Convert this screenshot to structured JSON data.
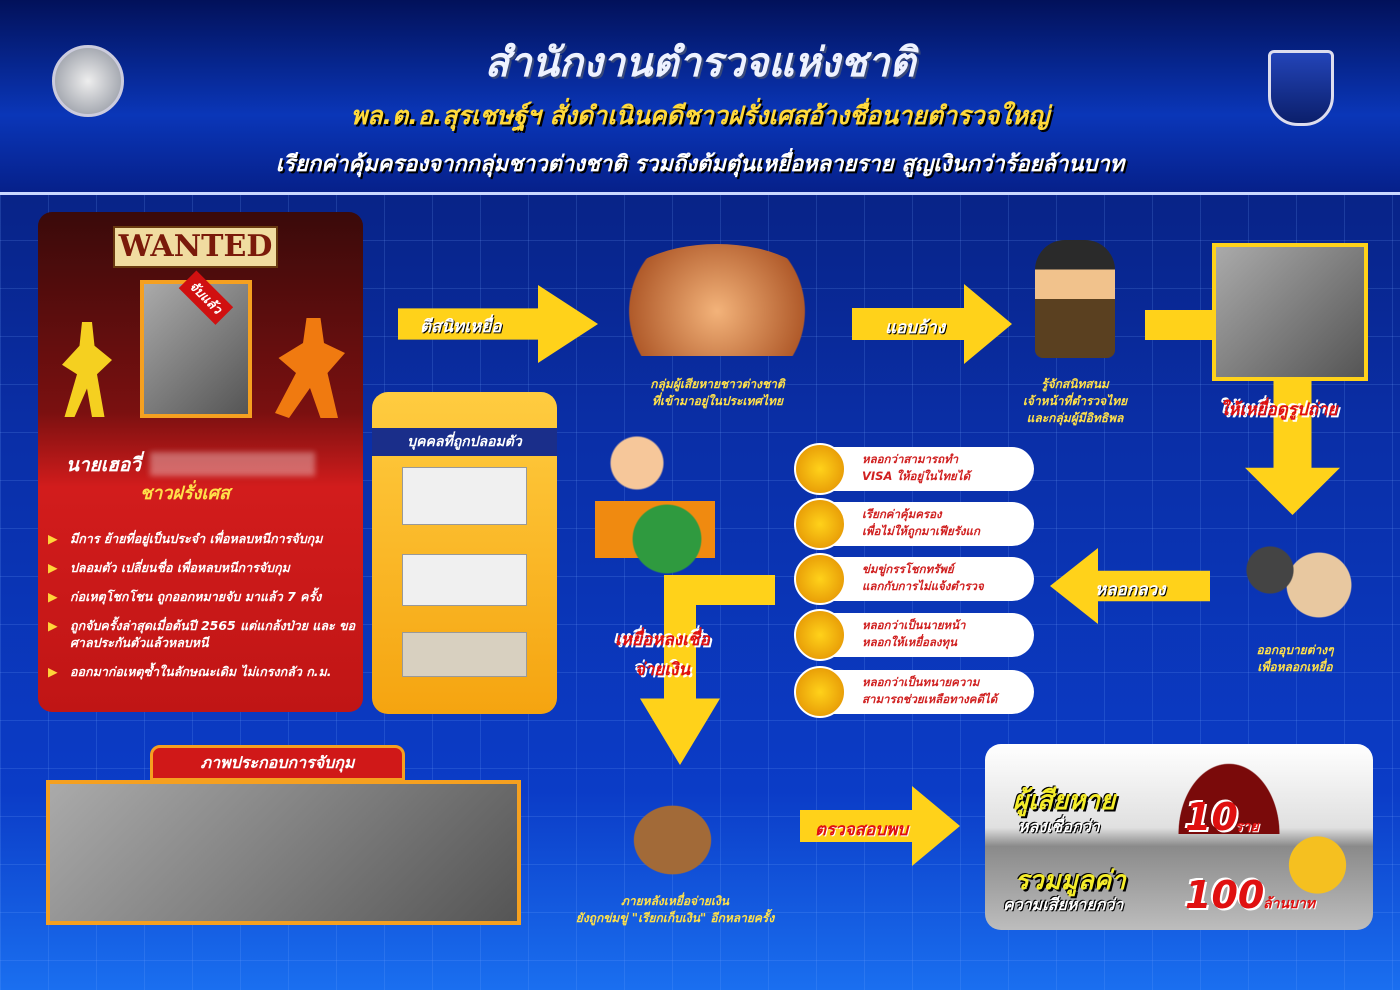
{
  "header": {
    "title": "สำนักงานตำรวจแห่งชาติ",
    "subtitle1": "พล.ต.อ.สุรเชษฐ์ฯ สั่งดำเนินคดีชาวฝรั่งเศสอ้างชื่อนายตำรวจใหญ่",
    "subtitle2": "เรียกค่าคุ้มครองจากกลุ่มชาวต่างชาติ รวมถึงต้มตุ๋นเหยื่อหลายราย สูญเงินกว่าร้อยล้านบาท"
  },
  "wanted": {
    "label": "WANTED",
    "stamp": "จับแล้ว",
    "name": "นายเฮอวี่",
    "nationality": "ชาวฝรั่งเศส",
    "bullets": [
      "มีการ ย้ายที่อยู่เป็นประจำ เพื่อหลบหนีการจับกุม",
      "ปลอมตัว เปลี่ยนชื่อ เพื่อหลบหนีการจับกุม",
      "ก่อเหตุโชกโชน ถูกออกหมายจับ มาแล้ว 7 ครั้ง",
      "ถูกจับครั้งล่าสุดเมื่อต้นปี 2565 แต่แกล้งป่วย และ ขอศาลประกันตัวแล้วหลบหนี",
      "ออกมาก่อเหตุซ้ำในลักษณะเดิม ไม่เกรงกลัว ก.ม."
    ]
  },
  "impersonated": {
    "title": "บุคคลที่ถูกปลอมตัว"
  },
  "flow": {
    "step1_arrow": "ตีสนิทเหยื่อ",
    "victims_caption": [
      "กลุ่มผู้เสียหายชาวต่างชาติ",
      "ที่เข้ามาอยู่ในประเทศไทย"
    ],
    "step2_arrow": "แอบอ้าง",
    "officer_caption": [
      "รู้จักสนิทสนม",
      "เจ้าหน้าที่ตำรวจไทย",
      "และกลุ่มผู้มีอิทธิพล"
    ],
    "photo_arrow": "ให้เหยื่อดูรูปถ่าย",
    "scheme_caption": [
      "ออกอุบายต่างๆ",
      "เพื่อหลอกเหยื่อ"
    ],
    "deceive_arrow": "หลอกลวง",
    "pay_arrow": [
      "เหยื่อหลงเชื่อ",
      "จ่ายเงิน"
    ],
    "after_caption": [
      "ภายหลังเหยื่อจ่ายเงิน",
      "ยังถูกข่มขู่ \"เรียกเก็บเงิน\" อีกหลายครั้ง"
    ],
    "found_arrow": "ตรวจสอบพบ"
  },
  "tactics": [
    {
      "icon": "passport-icon",
      "lines": [
        "หลอกว่าสามารถทำ",
        "VISA ให้อยู่ในไทยได้"
      ]
    },
    {
      "icon": "mafia-icon",
      "lines": [
        "เรียกค่าคุ้มครอง",
        "เพื่อไม่ให้ถูกมาเฟียรังแก"
      ]
    },
    {
      "icon": "phone-icon",
      "lines": [
        "ข่มขู่กรรโชกทรัพย์",
        "แลกกับการไม่แจ้งตำรวจ"
      ]
    },
    {
      "icon": "house-icon",
      "lines": [
        "หลอกว่าเป็นนายหน้า",
        "หลอกให้เหยื่อลงทุน"
      ]
    },
    {
      "icon": "lawyer-icon",
      "lines": [
        "หลอกว่าเป็นทนายความ",
        "สามารถช่วยเหลือทางคดีได้"
      ]
    }
  ],
  "arrest": {
    "title": "ภาพประกอบการจับกุม"
  },
  "summary": {
    "victims_big": "ผู้เสียหาย",
    "victims_small": "หลงเชื่อกว่า",
    "victims_num": "10",
    "victims_unit": "ราย",
    "loss_big": "รวมมูลค่า",
    "loss_small": "ความเสียหายกว่า",
    "loss_num": "100",
    "loss_unit": "ล้านบาท"
  },
  "colors": {
    "arrow": "#ffd21a",
    "accent_red": "#d01818",
    "bg": "#0a2fa8"
  }
}
